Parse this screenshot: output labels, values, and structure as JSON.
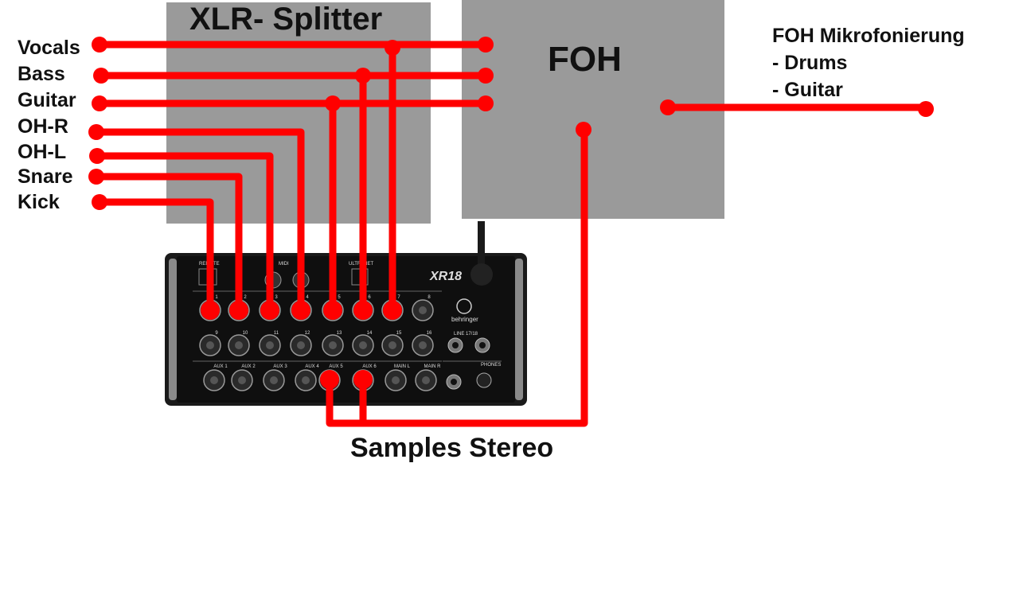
{
  "splitter": {
    "title": "XLR- Splitter"
  },
  "foh": {
    "title": "FOH"
  },
  "inputs": {
    "vocals": "Vocals",
    "bass": "Bass",
    "guitar": "Guitar",
    "oh_r": "OH-R",
    "oh_l": "OH-L",
    "snare": "Snare",
    "kick": "Kick"
  },
  "foh_mikrofonierung": {
    "title": "FOH Mikrofonierung",
    "items": [
      "- Drums",
      "- Guitar"
    ]
  },
  "samples_label": "Samples Stereo",
  "mixer": {
    "brand": "behringer",
    "model": "XR18",
    "input_numbers_top": [
      "1",
      "2",
      "3",
      "4",
      "5",
      "6",
      "7",
      "8"
    ],
    "input_numbers_bottom": [
      "9",
      "10",
      "11",
      "12",
      "13",
      "14",
      "15",
      "16"
    ],
    "aux_labels": [
      "AUX 1",
      "AUX 2",
      "AUX 3",
      "AUX 4",
      "AUX 5",
      "AUX 6",
      "MAIN L",
      "MAIN R"
    ],
    "line_label": "LINE 17/18",
    "phones_label": "PHONES",
    "top_labels": [
      "REMOTE",
      "MIDI",
      "ULTRANET"
    ]
  },
  "colors": {
    "cable": "#ff0000",
    "box": "#9a9a9a",
    "mixer": "#151515"
  }
}
